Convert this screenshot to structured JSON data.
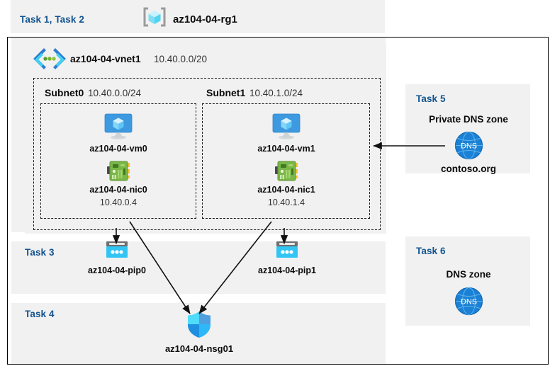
{
  "diagram": {
    "resource_group": {
      "task_label": "Task 1, Task 2",
      "name": "az104-04-rg1",
      "icon": "resource-group-icon"
    },
    "vnet": {
      "name": "az104-04-vnet1",
      "address_space": "10.40.0.0/20",
      "icon": "virtual-network-icon"
    },
    "subnets": [
      {
        "name": "Subnet0",
        "cidr": "10.40.0.0/24",
        "vm": {
          "name": "az104-04-vm0",
          "icon": "virtual-machine-icon"
        },
        "nic": {
          "name": "az104-04-nic0",
          "ip": "10.40.0.4",
          "icon": "network-interface-icon"
        }
      },
      {
        "name": "Subnet1",
        "cidr": "10.40.1.0/24",
        "vm": {
          "name": "az104-04-vm1",
          "icon": "virtual-machine-icon"
        },
        "nic": {
          "name": "az104-04-nic1",
          "ip": "10.40.1.4",
          "icon": "network-interface-icon"
        }
      }
    ],
    "public_ips": {
      "task_label": "Task 3",
      "items": [
        {
          "name": "az104-04-pip0",
          "icon": "public-ip-address-icon"
        },
        {
          "name": "az104-04-pip1",
          "icon": "public-ip-address-icon"
        }
      ]
    },
    "nsg": {
      "task_label": "Task 4",
      "name": "az104-04-nsg01",
      "icon": "network-security-group-icon"
    },
    "private_dns": {
      "task_label": "Task 5",
      "title": "Private DNS zone",
      "name": "contoso.org",
      "icon": "dns-zone-icon",
      "icon_text": "DNS"
    },
    "dns": {
      "task_label": "Task 6",
      "title": "DNS zone",
      "icon": "dns-zone-icon",
      "icon_text": "DNS"
    },
    "colors": {
      "task_text": "#12538f",
      "panel_bg": "#f1f1f1",
      "page_bg": "#ffffff",
      "border": "#000000",
      "dashed": "#1a1a1a",
      "azure_blue": "#0078d4",
      "cyan": "#32c5f4",
      "dns_blue": "#1b81d6",
      "nic_green": "#7cbb42"
    }
  }
}
